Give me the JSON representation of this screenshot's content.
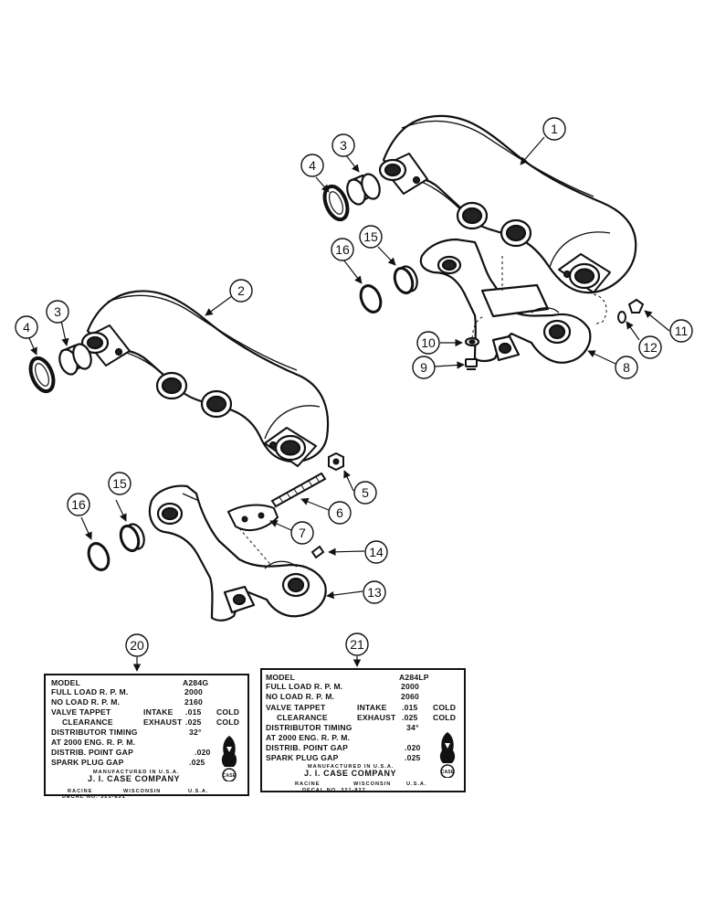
{
  "diagram": {
    "callouts": {
      "c1": "1",
      "c2": "2",
      "c3a": "3",
      "c3b": "3",
      "c4a": "4",
      "c4b": "4",
      "c5": "5",
      "c6": "6",
      "c7": "7",
      "c8": "8",
      "c9": "9",
      "c10": "10",
      "c11": "11",
      "c12": "12",
      "c13": "13",
      "c14": "14",
      "c15a": "15",
      "c15b": "15",
      "c16a": "16",
      "c16b": "16",
      "c20": "20",
      "c21": "21"
    }
  },
  "decals": [
    {
      "model_label": "MODEL",
      "model_value": "A284G",
      "full_load_label": "FULL LOAD R. P. M.",
      "full_load_value": "2000",
      "no_load_label": "NO LOAD R. P. M.",
      "no_load_value": "2160",
      "valve_tappet_label": "VALVE TAPPET",
      "intake_label": "INTAKE",
      "intake_value": ".015",
      "intake_cond": "COLD",
      "clearance_label": "CLEARANCE",
      "exhaust_label": "EXHAUST",
      "exhaust_value": ".025",
      "exhaust_cond": "COLD",
      "dist_timing_label": "DISTRIBUTOR TIMING",
      "dist_timing_value": "32°",
      "at_rpm_label": "AT 2000 ENG. R. P. M.",
      "point_gap_label": "DISTRIB. POINT GAP",
      "point_gap_value": ".020",
      "plug_gap_label": "SPARK PLUG GAP",
      "plug_gap_value": ".025",
      "manufactured": "MANUFACTURED IN U.S.A.",
      "company": "J. I. CASE COMPANY",
      "city": "RACINE",
      "state": "WISCONSIN",
      "country": "U.S.A.",
      "decal_no": "DECAL NO. 321-831",
      "logo_text": "CASE"
    },
    {
      "model_label": "MODEL",
      "model_value": "A284LP",
      "full_load_label": "FULL LOAD R. P. M.",
      "full_load_value": "2000",
      "no_load_label": "NO LOAD R. P. M.",
      "no_load_value": "2060",
      "valve_tappet_label": "VALVE TAPPET",
      "intake_label": "INTAKE",
      "intake_value": ".015",
      "intake_cond": "COLD",
      "clearance_label": "CLEARANCE",
      "exhaust_label": "EXHAUST",
      "exhaust_value": ".025",
      "exhaust_cond": "COLD",
      "dist_timing_label": "DISTRIBUTOR TIMING",
      "dist_timing_value": "34°",
      "at_rpm_label": "AT 2000 ENG. R. P. M.",
      "point_gap_label": "DISTRIB. POINT GAP",
      "point_gap_value": ".020",
      "plug_gap_label": "SPARK PLUG GAP",
      "plug_gap_value": ".025",
      "manufactured": "MANUFACTURED IN U.S.A.",
      "company": "J. I. CASE COMPANY",
      "city": "RACINE",
      "state": "WISCONSIN",
      "country": "U.S.A.",
      "decal_no": "DECAL NO. 321-827",
      "logo_text": "CASE"
    }
  ]
}
